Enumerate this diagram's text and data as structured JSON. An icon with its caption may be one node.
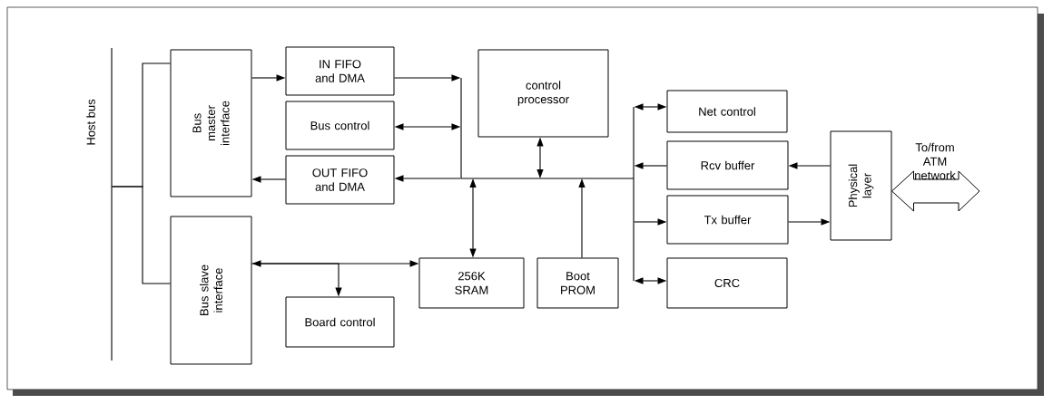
{
  "diagram": {
    "nodes": [
      {
        "text": [
          "Host bus"
        ]
      },
      {
        "text": [
          "Bus master interface"
        ]
      },
      {
        "text": [
          "Bus slave interface"
        ]
      },
      {
        "text": [
          "IN FIFO and DMA"
        ]
      },
      {
        "text": [
          "Bus control"
        ]
      },
      {
        "text": [
          "OUT FIFO and DMA"
        ]
      },
      {
        "text": [
          "control processor"
        ]
      },
      {
        "text": [],
        "shape": "bar"
      },
      {
        "text": [],
        "shape": "bar"
      },
      {
        "text": [],
        "shape": "bar"
      },
      {
        "text": [
          "256K SRAM"
        ]
      },
      {
        "text": [
          "Boot PROM"
        ]
      },
      {
        "text": [
          "Board control"
        ]
      },
      {
        "text": [
          "Net control"
        ]
      },
      {
        "text": [
          "Rcv buffer"
        ]
      },
      {
        "text": [
          "Tx buffer"
        ]
      },
      {
        "text": [
          "CRC"
        ]
      },
      {
        "text": [
          "Physical layer"
        ]
      }
    ],
    "edges": [
      {
        "from": 0,
        "to": 1,
        "arrow": "none"
      },
      {
        "from": 0,
        "to": 2,
        "arrow": "none"
      },
      {
        "from": 1,
        "to": 3,
        "arrow": "to"
      },
      {
        "from": 5,
        "to": 1,
        "arrow": "to"
      },
      {
        "from": 3,
        "to": 7,
        "arrow": "to"
      },
      {
        "from": 4,
        "to": 7,
        "arrow": "both"
      },
      {
        "from": 8,
        "to": 5,
        "arrow": "to"
      },
      {
        "from": 6,
        "to": 8,
        "arrow": "both"
      },
      {
        "from": 10,
        "to": 8,
        "arrow": "both"
      },
      {
        "from": 11,
        "to": 8,
        "arrow": "to"
      },
      {
        "from": 9,
        "to": 13,
        "arrow": "both"
      },
      {
        "from": 14,
        "to": 9,
        "arrow": "to"
      },
      {
        "from": 9,
        "to": 15,
        "arrow": "to"
      },
      {
        "from": 9,
        "to": 16,
        "arrow": "both"
      },
      {
        "from": 17,
        "to": 14,
        "arrow": "to"
      },
      {
        "from": 15,
        "to": 17,
        "arrow": "to"
      },
      {
        "from": 2,
        "to": 10,
        "arrow": "both"
      },
      {
        "from": 2,
        "to": 12,
        "arrow": "to"
      },
      {
        "from": 17,
        "to": null,
        "arrow": "both"
      }
    ],
    "labels": [
      "To/from ATM network"
    ]
  }
}
